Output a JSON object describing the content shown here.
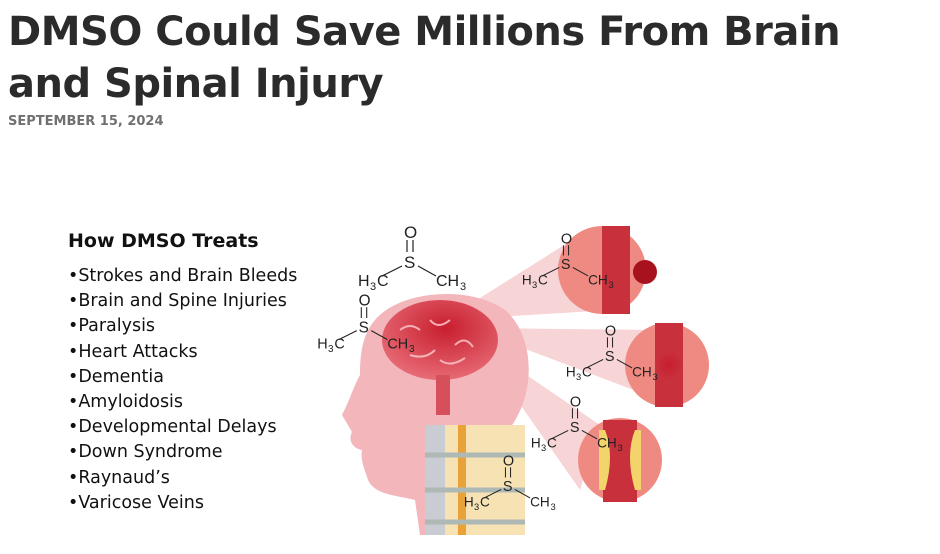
{
  "article": {
    "title": "DMSO Could Save Millions From Brain and Spinal Injury",
    "date": "SEPTEMBER 15, 2024"
  },
  "infographic": {
    "heading": "How DMSO Treats",
    "items": [
      "•Strokes and Brain Bleeds",
      "•Brain and Spine Injuries",
      "•Paralysis",
      "•Heart Attacks",
      "•Dementia",
      "•Amyloidosis",
      "•Developmental Delays",
      "•Down Syndrome",
      "•Raynaud’s",
      "•Varicose Veins"
    ],
    "molecule": {
      "oxygen": "O",
      "sulfur": "S",
      "left_group": "H",
      "left_sub": "3",
      "left_tail": "C",
      "right_group": "CH",
      "right_sub": "3"
    },
    "colors": {
      "head": "#f2b3b8",
      "brain": "#d9434f",
      "vessel": "#c8303c",
      "beam": "#f4c4c8",
      "plaque": "#f3d36b"
    }
  }
}
